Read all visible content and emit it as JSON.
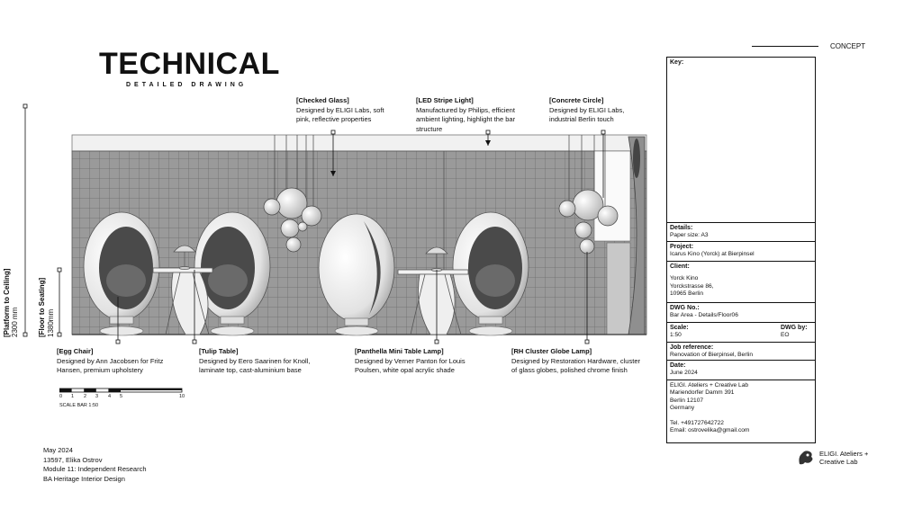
{
  "header": {
    "title": "TECHNICAL",
    "subtitle": "DETAILED DRAWING",
    "concept": "CONCEPT"
  },
  "dimensions": {
    "ceiling": {
      "title": "[Platform to Ceiling]",
      "value": "2300 mm"
    },
    "seating": {
      "title": "[Floor to Seating]",
      "value": "1380mm"
    }
  },
  "labels": {
    "checked_glass": {
      "title": "[Checked Glass]",
      "lines": [
        "Designed by ELIGI Labs, soft",
        "pink, reflective properties"
      ]
    },
    "led_stripe": {
      "title": "[LED Stripe Light]",
      "lines": [
        "Manufactured by Philips, efficient",
        "ambient lighting, highlight the bar",
        "structure"
      ]
    },
    "concrete_circle": {
      "title": "[Concrete Circle]",
      "lines": [
        "Designed by ELIGI Labs,",
        "industrial Berlin touch"
      ]
    },
    "egg_chair": {
      "title": "[Egg Chair]",
      "lines": [
        "Designed by Ann Jacobsen for Fritz",
        "Hansen, premium upholstery"
      ]
    },
    "tulip_table": {
      "title": "[Tulip Table]",
      "lines": [
        "Designed by Eero Saarinen for Knoll,",
        "laminate top, cast-aluminium base"
      ]
    },
    "panthella": {
      "title": "[Panthella Mini Table Lamp]",
      "lines": [
        "Designed by Verner Panton for Louis",
        "Poulsen, white opal acrylic shade"
      ]
    },
    "rh_cluster": {
      "title": "[RH Cluster Globe Lamp]",
      "lines": [
        "Designed by Restoration Hardware, cluster",
        "of glass globes, polished chrome finish"
      ]
    }
  },
  "scale_bar": {
    "label": "SCALE BAR 1:50",
    "ticks": [
      "0",
      "1",
      "2",
      "3",
      "4",
      "5",
      "10"
    ]
  },
  "key": {
    "key_label": "Key:",
    "details": {
      "title": "Details:",
      "lines": [
        "Paper size: A3"
      ]
    },
    "project": {
      "title": "Project:",
      "lines": [
        "Icarus Kino (Yorck) at Bierpinsel"
      ]
    },
    "client": {
      "title": "Client:",
      "lines": [
        "Yorck Kino",
        "Yorckstrasse 86,",
        "10965 Berlin"
      ]
    },
    "dwg_no": {
      "title": "DWG No.:",
      "lines": [
        "Bar Area - Details/Floor06"
      ]
    },
    "scale": {
      "title": "Scale:",
      "value": "1:50"
    },
    "dwg_by": {
      "title": "DWG by:",
      "value": "EO"
    },
    "job_reference": {
      "title": "Job reference:",
      "lines": [
        "Renovation of Bierpinsel, Berlin"
      ]
    },
    "date": {
      "title": "Date:",
      "lines": [
        "June 2024"
      ]
    },
    "studio": {
      "lines": [
        "ELIGI. Ateliers + Creative Lab",
        "Mariendorfer Damm 391",
        "Berlin 12107",
        "Germany",
        "",
        "Tel. +491727642722",
        "Email: ostrovelika@gmail.com"
      ]
    }
  },
  "footer": {
    "lines": [
      "May 2024",
      "13597, Elika Ostrov",
      "Module 11: Independent Research",
      "BA Heritage Interior Design"
    ]
  },
  "logo": {
    "lines": [
      "ELIGI. Ateliers +",
      "Creative Lab"
    ]
  }
}
